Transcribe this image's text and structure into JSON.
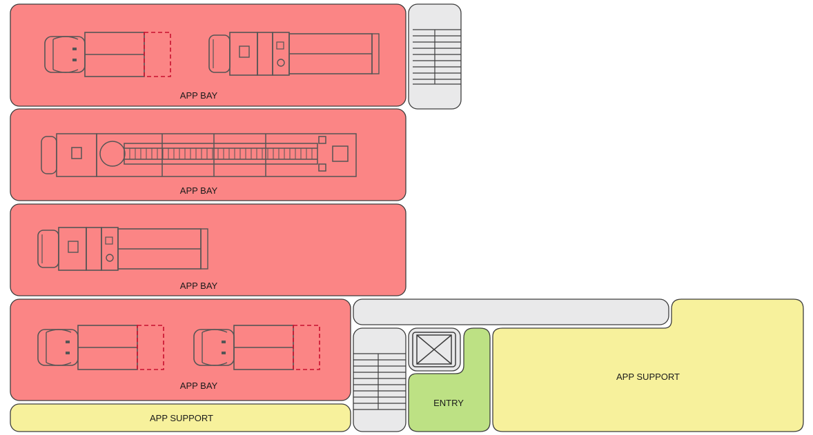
{
  "labels": {
    "app_bay": "APP BAY",
    "app_support": "APP SUPPORT",
    "entry": "ENTRY"
  },
  "colors": {
    "app_bay": "#fb8585",
    "app_support": "#f7f19c",
    "entry": "#bde184",
    "circulation": "#e9e9ea",
    "outline": "#3c3c3c",
    "vehicle_line": "#555555",
    "vehicle_extension": "#c8102e"
  },
  "icons": {
    "stair": "stair-icon",
    "elevator": "elevator-icon",
    "truck": "fire-engine-icon",
    "ladder_truck": "ladder-truck-icon"
  }
}
